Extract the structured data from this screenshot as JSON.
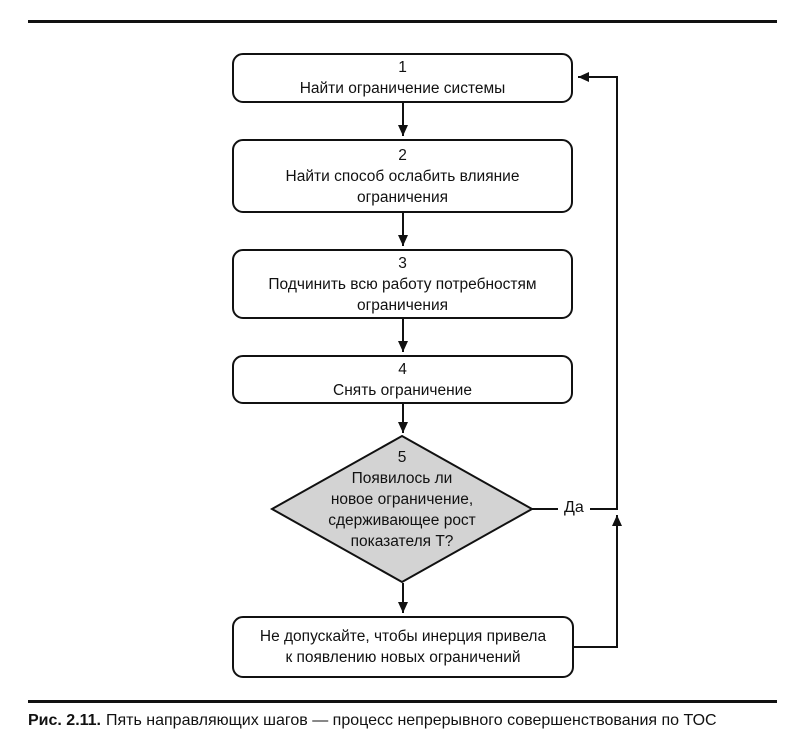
{
  "figure": {
    "caption_label": "Рис. 2.11.",
    "caption_text": "Пять направляющих шагов — процесс непрерывного совершенствования по ТОС"
  },
  "flow": {
    "steps": [
      {
        "number": "1",
        "lines": [
          "Найти ограничение системы"
        ]
      },
      {
        "number": "2",
        "lines": [
          "Найти способ ослабить влияние",
          "ограничения"
        ]
      },
      {
        "number": "3",
        "lines": [
          "Подчинить всю работу потребностям",
          "ограничения"
        ]
      },
      {
        "number": "4",
        "lines": [
          "Снять ограничение"
        ]
      }
    ],
    "decision": {
      "number": "5",
      "lines": [
        "Появилось ли",
        "новое ограничение,",
        "сдерживающее рост",
        "показателя Т?"
      ],
      "yes_label": "Да"
    },
    "final": {
      "lines": [
        "Не допускайте, чтобы инерция привела",
        "к появлению новых ограничений"
      ]
    }
  },
  "colors": {
    "line": "#111111",
    "decision_fill": "#d3d3d3",
    "box_fill": "#ffffff"
  }
}
